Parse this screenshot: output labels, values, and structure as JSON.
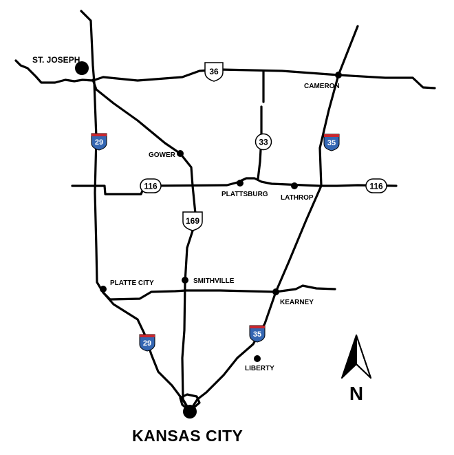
{
  "cities": {
    "st_joseph": "ST. JOSEPH",
    "cameron": "CAMERON",
    "gower": "GOWER",
    "plattsburg": "PLATTSBURG",
    "lathrop": "LATHROP",
    "platte_city": "PLATTE CITY",
    "smithville": "SMITHVILLE",
    "kearney": "KEARNEY",
    "liberty": "LIBERTY",
    "kansas_city": "KANSAS CITY"
  },
  "routes": {
    "us36": "36",
    "mo33": "33",
    "mo116_west": "116",
    "mo116_east": "116",
    "us169": "169",
    "i29_north": "29",
    "i29_south": "29",
    "i35_north": "35",
    "i35_south": "35"
  },
  "compass": {
    "label": "N"
  },
  "colors": {
    "interstate_blue": "#3466b2",
    "interstate_red": "#c8262e",
    "road": "#000000"
  }
}
